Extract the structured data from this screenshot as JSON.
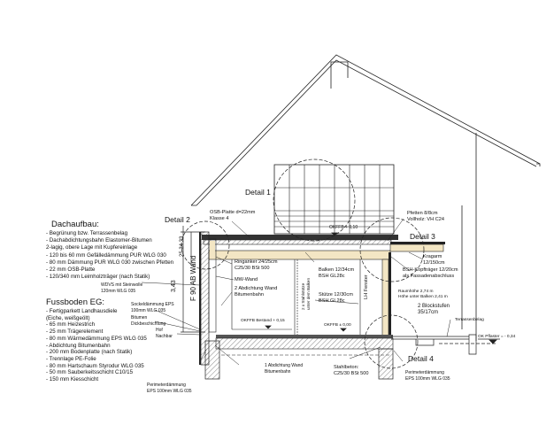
{
  "roof_build": {
    "title": "Dachaufbau:",
    "items": [
      "- Begrünung bzw. Terrassenbelag",
      "- Dachabdichtungsbahn Elastomer-Bitumen",
      "  2-lagig, obere Lage mit Kupfereinlage",
      "- 120 bis 60 mm Gefälledämmung PUR WLG 030",
      "- 80 mm Dämmung PUR WLG 030 zwischen Pfetten",
      "- 22 mm OSB-Platte",
      "- 120/340 mm Leimholzträger (nach Statik)"
    ]
  },
  "floor_build": {
    "title": "Fussboden EG:",
    "items": [
      "- Fertigparkett Landhausdiele",
      "  (Eiche, weißgeölt)",
      "- 65 mm Heizestrich",
      "- 25 mm Trägerelement",
      "- 80 mm Wärmedämmung EPS WLG 035",
      "- Abdichtung Bitumenbahn",
      "- 200 mm Bodenplatte (nach Statik)",
      "- Trennlage PE-Folie",
      "- 80 mm Hartschaum Styrodur WLG 035",
      "- 50 mm Sauberkeitsschicht C10/15",
      "- 150 mm Kiesschicht"
    ]
  },
  "details": [
    "Detail 1",
    "Detail 2",
    "Detail 3",
    "Detail 4"
  ],
  "labels": {
    "osb": [
      "OSB-Platte d=22mm",
      "Klasse 4"
    ],
    "okffb_top": "OKFFB + 0,10",
    "pfetten": [
      "Pfetten 8/8cm",
      "Vollholz: VH C24"
    ],
    "kragarm": [
      "Kragarm",
      "12/150cm"
    ],
    "bsh": [
      "BSH-Kopfträger 12/20cm",
      "als Fassadenabschluss"
    ],
    "ringanker": [
      "Ringanker 24/25cm",
      "C25/30 BSt 500"
    ],
    "mw": "MW-Wand",
    "abdichtung2": [
      "2 Abdichtung Wand",
      "Bitumenbahn"
    ],
    "balken": [
      "Balken 12/34cm",
      "BSH GL28c"
    ],
    "stuetze": [
      "Stütze 12/30cm",
      "BSH GL28c"
    ],
    "stahl": [
      "2 x Stahlstütze",
      "unter dem Balken"
    ],
    "fenster": "LH Fenster",
    "raumhoehe": [
      "Raumhöhe 2,74 m",
      "Höhe unter Balken 2,41 m"
    ],
    "blockstufen": [
      "2 Blockstufen",
      "35/17cm"
    ],
    "terrassenbelag": "Terrassenbelag",
    "ok_pflaster": "OK Pflaster = - 0,34",
    "okffb_bestand": "OKFFB Bestand + 0,15",
    "okffb_0": "OKFFB ± 0,00",
    "wdvs": [
      "WDVS mit Steinwolle",
      "120mm WLG 035"
    ],
    "sockel": [
      "Sockeldämmung EPS",
      "100mm WLG 035"
    ],
    "bitumen": [
      "Bitumen",
      "Dickbeschichtung"
    ],
    "hof": [
      "Hof",
      "Nachbar"
    ],
    "abdichtung1": [
      "1 Abdichtung Wand",
      "Bitumenbahn"
    ],
    "stahlbeton": [
      "Stahlbeton:",
      "C25/30 BSt 500"
    ],
    "perimeter_l": [
      "Perimeterdämmung",
      "EPS 100mm WLG 035"
    ],
    "perimeter_r": [
      "Perimeterdämmung",
      "EPS 100mm WLG 035"
    ],
    "dim_343": "3,43",
    "dim_stack": "25 34 33",
    "f90": "F 90 AB Wand"
  },
  "colors": {
    "wood": "#f3e6c4",
    "line": "#111111"
  }
}
